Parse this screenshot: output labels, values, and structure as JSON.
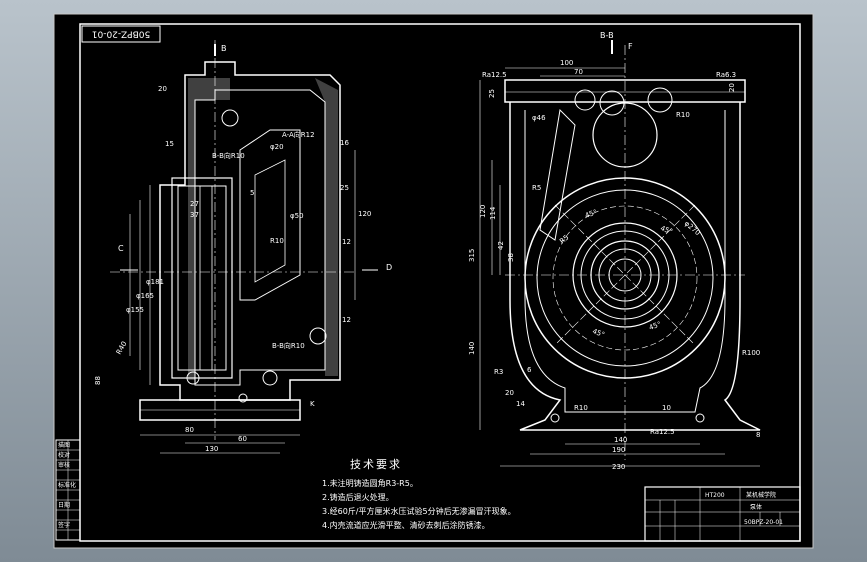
{
  "drawing": {
    "code_box": "50BPZ-20-01",
    "section_b_label": "B",
    "section_bb_label": "B-B",
    "view_c_label": "C",
    "view_d_label": "D",
    "view_f_label": "F",
    "view_k_label": "K"
  },
  "left_view": {
    "dims": [
      "20",
      "15",
      "16",
      "120",
      "12",
      "12",
      "27",
      "37",
      "80",
      "60",
      "130",
      "φ181",
      "φ165",
      "φ155",
      "5",
      "R10",
      "φ50",
      "φ20",
      "25"
    ],
    "rotated_dims": [
      "R40",
      "88"
    ],
    "notes": [
      "A-A向R12",
      "B-B向R10",
      "B-B向R10"
    ]
  },
  "right_view": {
    "dims": [
      "100",
      "70",
      "25",
      "20",
      "φ46",
      "R10",
      "R5",
      "120",
      "114",
      "42",
      "38",
      "315",
      "140",
      "R100",
      "R3",
      "R10",
      "140",
      "190",
      "230",
      "8",
      "6",
      "20",
      "14",
      "10"
    ],
    "rotated_dims": [
      "45°",
      "45°",
      "45°",
      "45°",
      "φ270",
      "R5"
    ],
    "flags": [
      "Ra12.5",
      "Ra6.3",
      "Ra12.5"
    ]
  },
  "requirements": {
    "title": "技术要求",
    "items": [
      "1.未注明铸造圆角R3-R5。",
      "2.铸造后退火处理。",
      "3.经60斤/平方厘米水压试验5分钟后无渗漏冒汗现象。",
      "4.内壳流道应光滑平整、清砂去刺后涂防锈漆。"
    ]
  },
  "title_block": {
    "material": "HT200",
    "part_name": "泵体",
    "drawing_no": "50BPZ-20-01",
    "school": "某机械学院"
  },
  "side_column": {
    "cells": [
      "描图",
      "校对",
      "审核",
      "",
      "标准化",
      "",
      "日期",
      "",
      "签字",
      ""
    ]
  }
}
